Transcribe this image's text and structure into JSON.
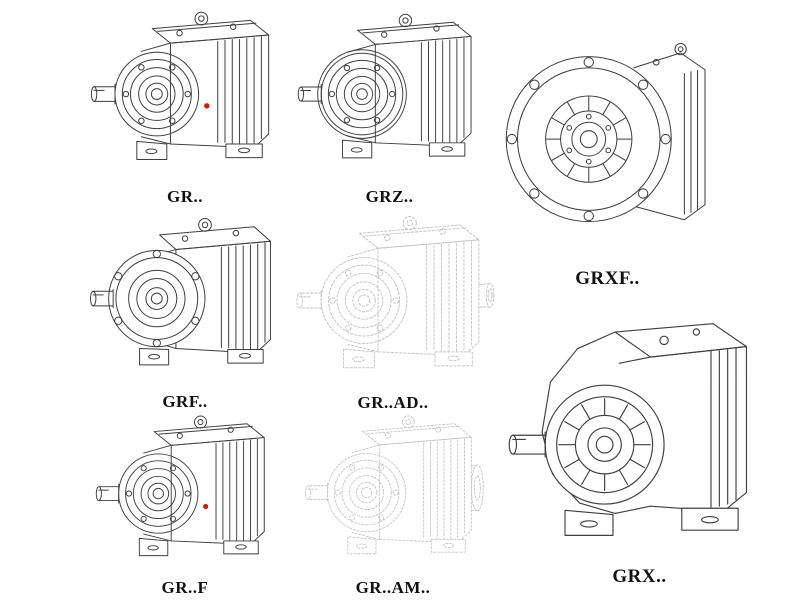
{
  "page": {
    "background": "#ffffff",
    "line_color": "#3f3f3f",
    "faded_line_color": "#c7c7c7",
    "accent_red": "#cc2200"
  },
  "catalog": {
    "items": [
      {
        "id": "gr",
        "label": "GR.."
      },
      {
        "id": "grz",
        "label": "GRZ.."
      },
      {
        "id": "grxf",
        "label": "GRXF.."
      },
      {
        "id": "grf",
        "label": "GRF.."
      },
      {
        "id": "gr-ad",
        "label": "GR..AD.."
      },
      {
        "id": "gr-f",
        "label": "GR..F"
      },
      {
        "id": "gr-am",
        "label": "GR..AM.."
      },
      {
        "id": "grx",
        "label": "GRX.."
      }
    ]
  }
}
